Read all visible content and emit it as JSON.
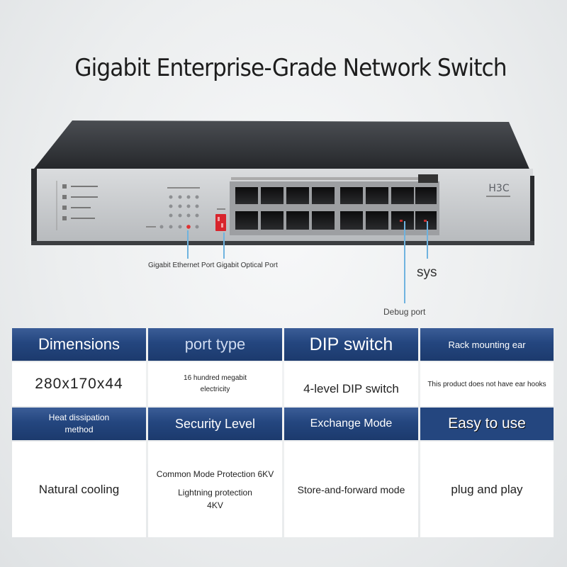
{
  "title": "Gigabit Enterprise-Grade Network Switch",
  "device": {
    "brand": "H3C",
    "port_count": 16,
    "colors": {
      "chassis_top": "#2b2d30",
      "front_panel": "#c9cbcd",
      "dip": "#d8242c",
      "led_active": "#e03030"
    }
  },
  "callouts": {
    "ethernet_optical": "Gigabit Ethernet Port Gigabit Optical Port",
    "sys": "sys",
    "debug": "Debug port"
  },
  "specs": {
    "colors": {
      "header_bg": "#24467f",
      "body_bg": "#ffffff"
    },
    "items": [
      {
        "header": "Dimensions",
        "value": "280x170x44"
      },
      {
        "header": "port type",
        "value_lines": [
          "16 hundred megabit",
          "electricity"
        ]
      },
      {
        "header": "DIP switch",
        "value": "4-level DIP switch"
      },
      {
        "header": "Rack mounting ear",
        "value": "This product does not have ear hooks"
      },
      {
        "header_lines": [
          "Heat dissipation",
          "method"
        ],
        "value": "Natural cooling"
      },
      {
        "header": "Security Level",
        "value_lines": [
          "Common Mode Protection 6KV",
          "Lightning protection",
          "4KV"
        ]
      },
      {
        "header": "Exchange Mode",
        "value": "Store-and-forward mode"
      },
      {
        "header": "Easy to use",
        "value": "plug and play"
      }
    ]
  }
}
